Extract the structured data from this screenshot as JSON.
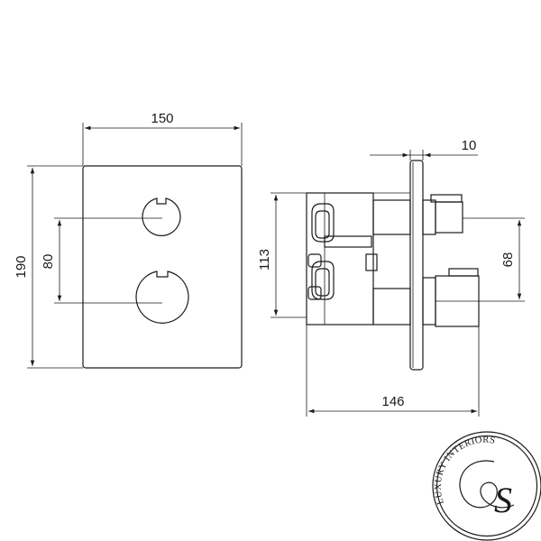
{
  "dimensions": {
    "front_width": "150",
    "front_height": "190",
    "knob_spacing": "80",
    "side_depth": "146",
    "side_height": "113",
    "plate_thickness": "10",
    "handle_spacing": "68"
  },
  "logo": {
    "brand_text": "LUXURY INTERIORS",
    "monogram": "S"
  }
}
